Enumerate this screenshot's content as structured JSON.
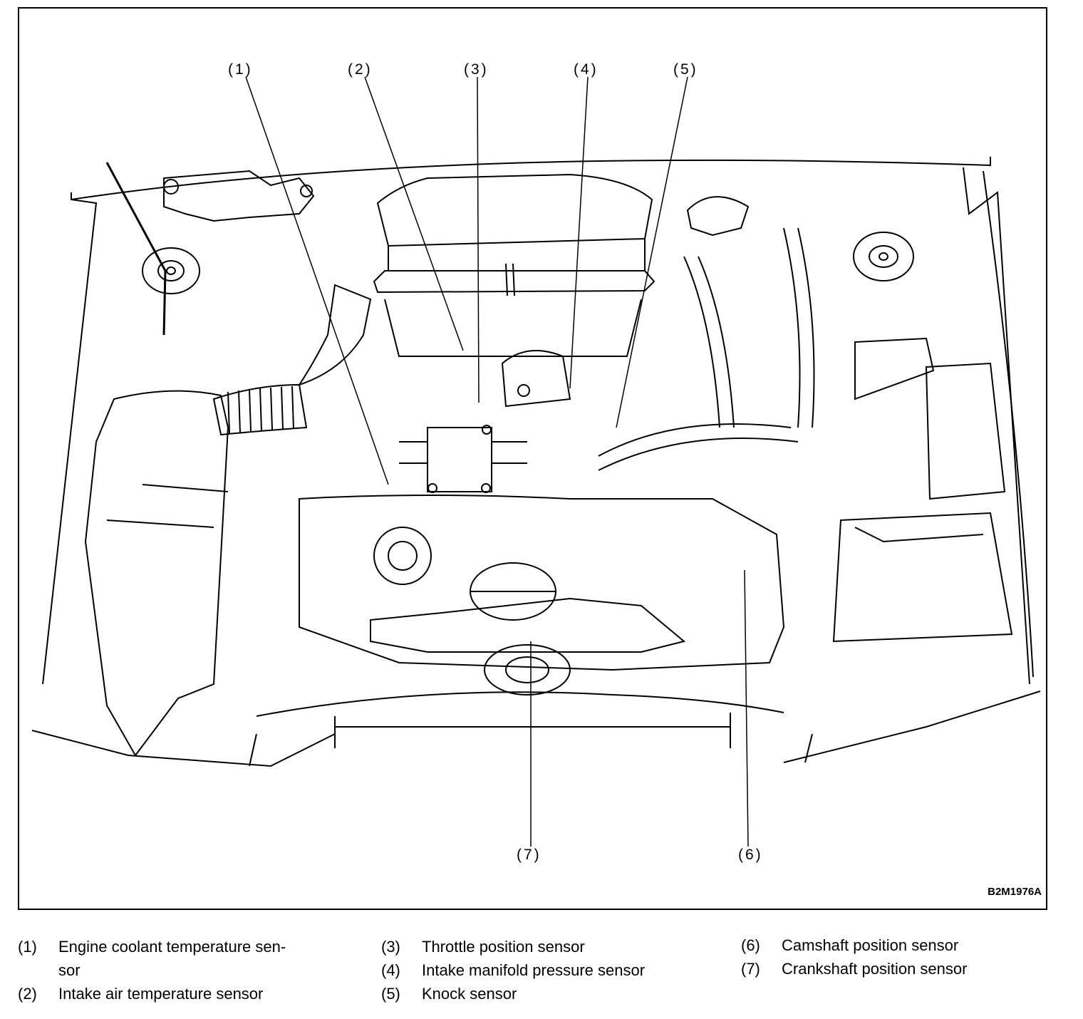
{
  "figure": {
    "code": "B2M1976A",
    "callouts": [
      "(1)",
      "(2)",
      "(3)",
      "(4)",
      "(5)",
      "(6)",
      "(7)"
    ]
  },
  "legend": [
    {
      "num": "(1)",
      "line1": "Engine coolant temperature sen-",
      "line2": "sor"
    },
    {
      "num": "(2)",
      "line1": "Intake air temperature sensor"
    },
    {
      "num": "(3)",
      "line1": "Throttle position sensor"
    },
    {
      "num": "(4)",
      "line1": "Intake manifold pressure sensor"
    },
    {
      "num": "(5)",
      "line1": "Knock sensor"
    },
    {
      "num": "(6)",
      "line1": "Camshaft position sensor"
    },
    {
      "num": "(7)",
      "line1": "Crankshaft position sensor"
    }
  ]
}
